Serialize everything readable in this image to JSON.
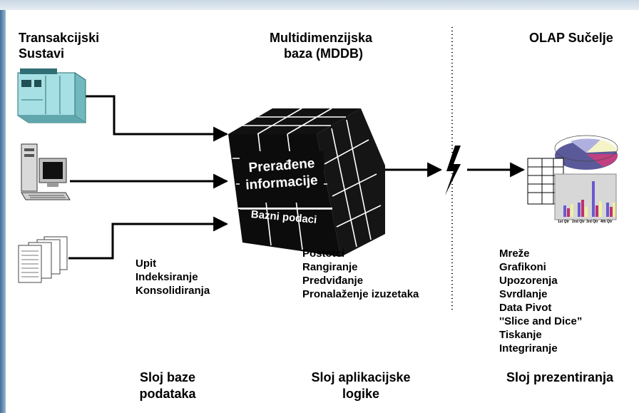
{
  "columns": {
    "left": {
      "title": [
        "Transakcijski",
        "Sustavi"
      ],
      "operations": [
        "Upit",
        "Indeksiranje",
        "Konsolidiranja"
      ],
      "layer": [
        "Sloj baze",
        "podataka"
      ]
    },
    "middle": {
      "title": [
        "Multidimenzijska",
        "baza (MDDB)"
      ],
      "cube_label": [
        "Prerađene",
        "informacije"
      ],
      "cube_base_label": "Bazni podaci",
      "operations": [
        "Postotci",
        "Rangiranje",
        "Predviđanje",
        "Pronalaženje izuzetaka"
      ],
      "layer": [
        "Sloj aplikacijske",
        "logike"
      ]
    },
    "right": {
      "title": "OLAP Sučelje",
      "features": [
        "Mreže",
        "Grafikoni",
        "Upozorenja",
        "Svrdlanje",
        "Data Pivot",
        "''Slice and Dice”",
        "Tiskanje",
        "Integriranje"
      ],
      "layer": "Sloj prezentiranja",
      "chart_tick_labels": [
        "1st Qtr",
        "2nd Qtr",
        "3rd Qtr",
        "4th Qtr"
      ]
    }
  },
  "colors": {
    "mainframe": "#8fd3d8",
    "cube": "#111111",
    "divider": "#000000",
    "frame_accent": "#3f6d98"
  },
  "icons": [
    "mainframe-icon",
    "workstation-icon",
    "documents-icon",
    "olap-chart-icon",
    "lightning-icon"
  ]
}
